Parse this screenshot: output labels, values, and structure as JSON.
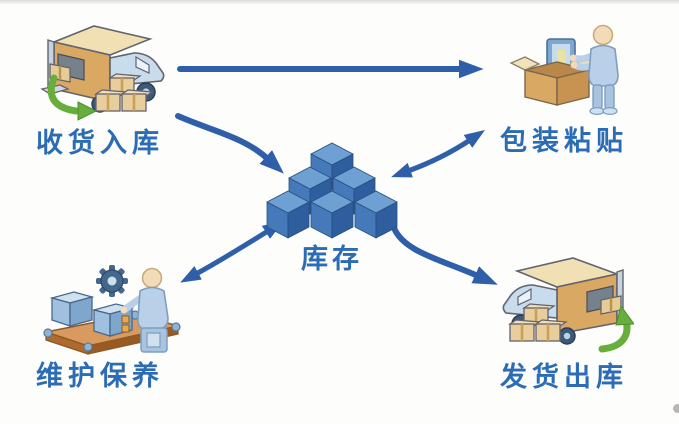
{
  "diagram": {
    "title": "warehouse-logistics-flow",
    "background": "#fdfdfc",
    "colors": {
      "arrow_blue": "#2e5fa8",
      "label_blue": "#2b6cb5",
      "green_accent": "#67ae3c",
      "cargo_tan": "#d9a863",
      "cube_blue": "#4679b9"
    },
    "nodes": {
      "receiving": {
        "label": "收货入库",
        "icon": "truck-unloading-icon",
        "position": "top-left"
      },
      "packing": {
        "label": "包装粘贴",
        "icon": "person-packing-box-icon",
        "position": "top-right"
      },
      "inventory": {
        "label": "库存",
        "icon": "cube-stack-icon",
        "position": "center"
      },
      "maintenance": {
        "label": "维护保养",
        "icon": "maintenance-bench-icon",
        "position": "bottom-left"
      },
      "shipping": {
        "label": "发货出库",
        "icon": "truck-loading-icon",
        "position": "bottom-right"
      }
    },
    "edges": [
      {
        "id": "receiving-to-packing",
        "from": "收货入库",
        "to": "包装粘贴",
        "style": "straight",
        "heads": "single"
      },
      {
        "id": "receiving-to-inventory",
        "from": "收货入库",
        "to": "库存",
        "style": "curved",
        "heads": "single"
      },
      {
        "id": "inventory-packing",
        "from": "库存",
        "to": "包装粘贴",
        "style": "curved",
        "heads": "double"
      },
      {
        "id": "inventory-maintenance",
        "from": "库存",
        "to": "维护保养",
        "style": "curved",
        "heads": "double"
      },
      {
        "id": "inventory-to-shipping",
        "from": "库存",
        "to": "发货出库",
        "style": "curved",
        "heads": "single"
      }
    ]
  }
}
